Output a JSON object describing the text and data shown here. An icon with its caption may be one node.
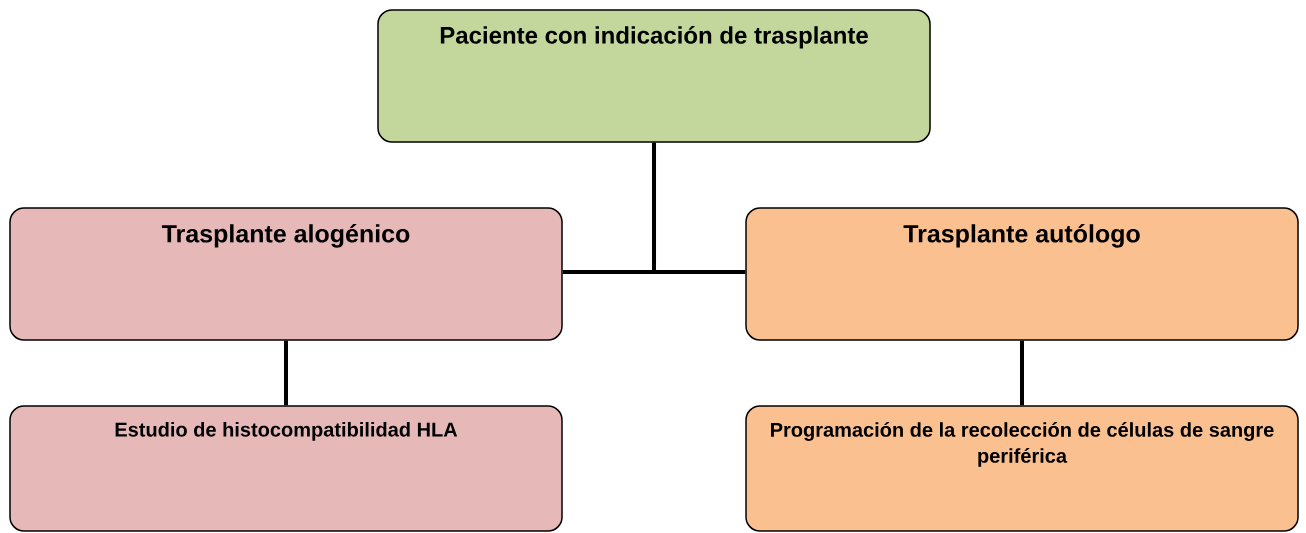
{
  "diagram": {
    "nodes": [
      {
        "text": [
          "Paciente con indicación de trasplante"
        ]
      },
      {
        "text": [
          "Trasplante alogénico"
        ]
      },
      {
        "text": [
          "Trasplante autólogo"
        ]
      },
      {
        "text": [
          "Estudio de histocompatibilidad HLA"
        ]
      },
      {
        "text": [
          "Programación de la recolección de células de sangre periférica"
        ]
      }
    ],
    "edges": [
      {
        "from": 0,
        "to": 1,
        "arrow": "none"
      },
      {
        "from": 0,
        "to": 2,
        "arrow": "none"
      },
      {
        "from": 1,
        "to": 3,
        "arrow": "none"
      },
      {
        "from": 2,
        "to": 4,
        "arrow": "none"
      }
    ]
  }
}
